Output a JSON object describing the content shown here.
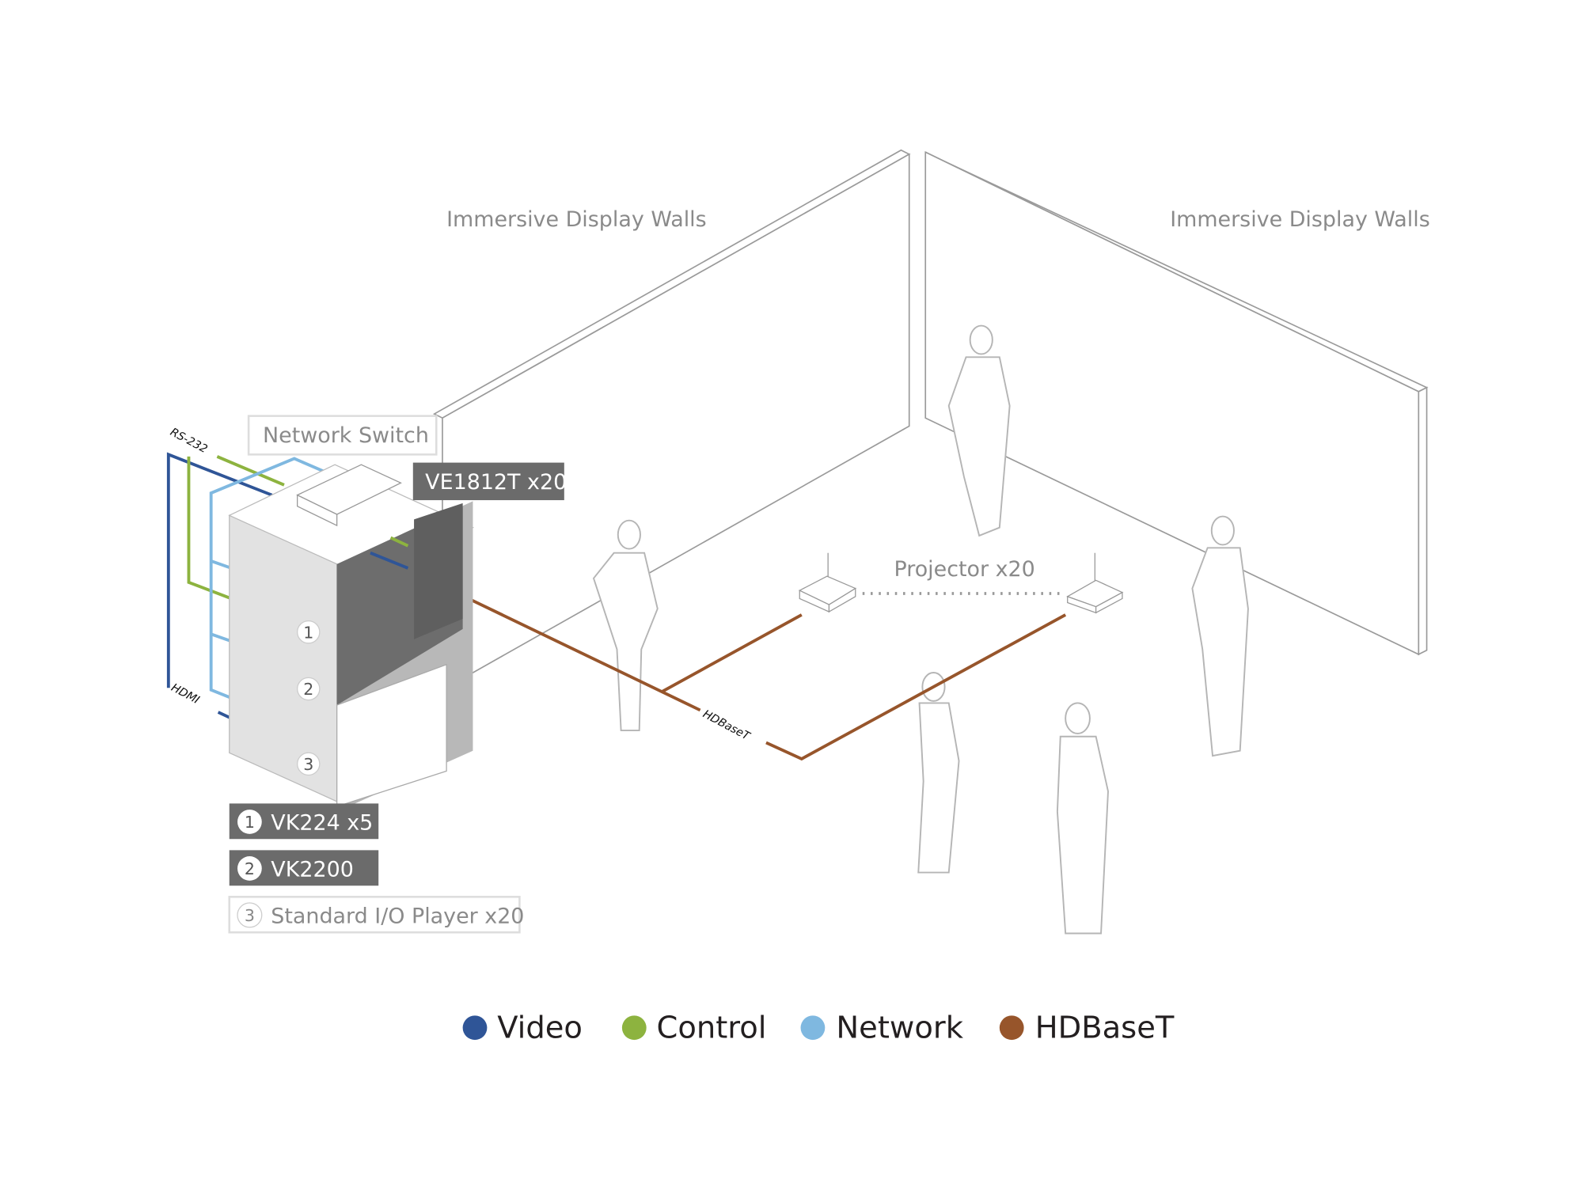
{
  "labels": {
    "walls_left": "Immersive Display Walls",
    "walls_right": "Immersive Display Walls",
    "network_switch": "Network Switch",
    "extender": "VE1812T x20",
    "projector": "Projector x20",
    "rs232": "RS-232",
    "hdmi": "HDMI",
    "hdbaset": "HDBaseT"
  },
  "components": [
    {
      "num": "1",
      "label": "VK224 x5"
    },
    {
      "num": "2",
      "label": "VK2200"
    },
    {
      "num": "3",
      "label": "Standard I/O Player x20"
    }
  ],
  "legend": [
    {
      "label": "Video",
      "color": "#2f5597"
    },
    {
      "label": "Control",
      "color": "#8db33f"
    },
    {
      "label": "Network",
      "color": "#7fb8e0"
    },
    {
      "label": "HDBaseT",
      "color": "#97552b"
    }
  ]
}
